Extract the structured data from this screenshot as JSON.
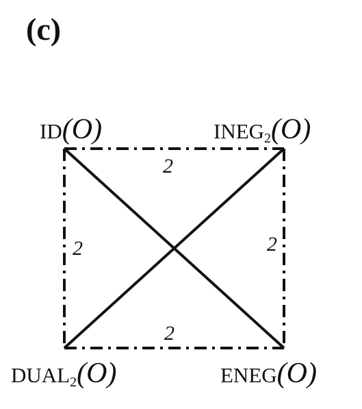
{
  "panel_label": "(c)",
  "vertices": {
    "top_left": {
      "name": "ID",
      "sub": "",
      "arg": "O"
    },
    "top_right": {
      "name": "INEG",
      "sub": "2",
      "arg": "O"
    },
    "bottom_left": {
      "name": "DUAL",
      "sub": "2",
      "arg": "O"
    },
    "bottom_right": {
      "name": "ENEG",
      "sub": "",
      "arg": "O"
    }
  },
  "edge_labels": {
    "top": "2",
    "bottom": "2",
    "left": "2",
    "right": "2"
  }
}
